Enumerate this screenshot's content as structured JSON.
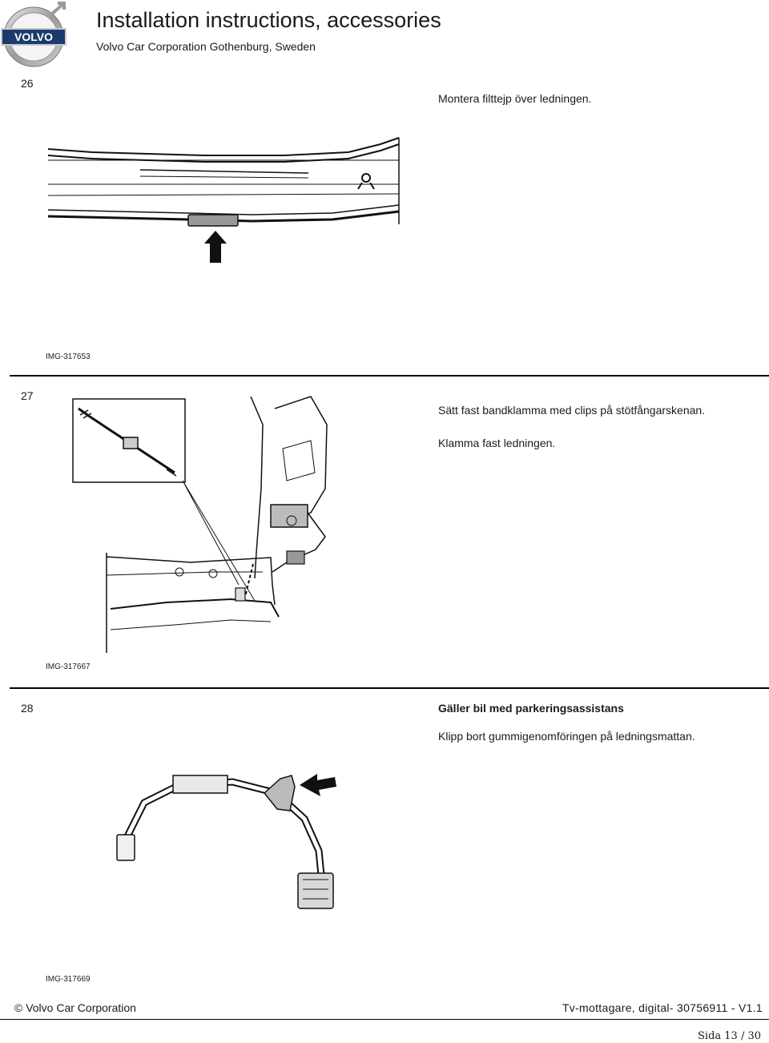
{
  "header": {
    "logo_text": "VOLVO",
    "title": "Installation instructions, accessories",
    "subtitle": "Volvo Car Corporation Gothenburg, Sweden"
  },
  "steps": [
    {
      "number": "26",
      "heading": "",
      "lines": [
        "Montera filttejp över ledningen."
      ],
      "image_code": "IMG-317653"
    },
    {
      "number": "27",
      "heading": "",
      "lines": [
        "Sätt fast bandklamma med clips på stötfångarskenan.",
        "Klamma fast ledningen."
      ],
      "image_code": "IMG-317667"
    },
    {
      "number": "28",
      "heading": "Gäller bil med parkeringsassistans",
      "lines": [
        "Klipp bort gummigenomföringen på ledningsmattan."
      ],
      "image_code": "IMG-317669"
    }
  ],
  "footer": {
    "copyright": "© Volvo Car Corporation",
    "document_ref": "Tv-mottagare, digital- 30756911 - V1.1",
    "page": "Sida 13 / 30"
  }
}
